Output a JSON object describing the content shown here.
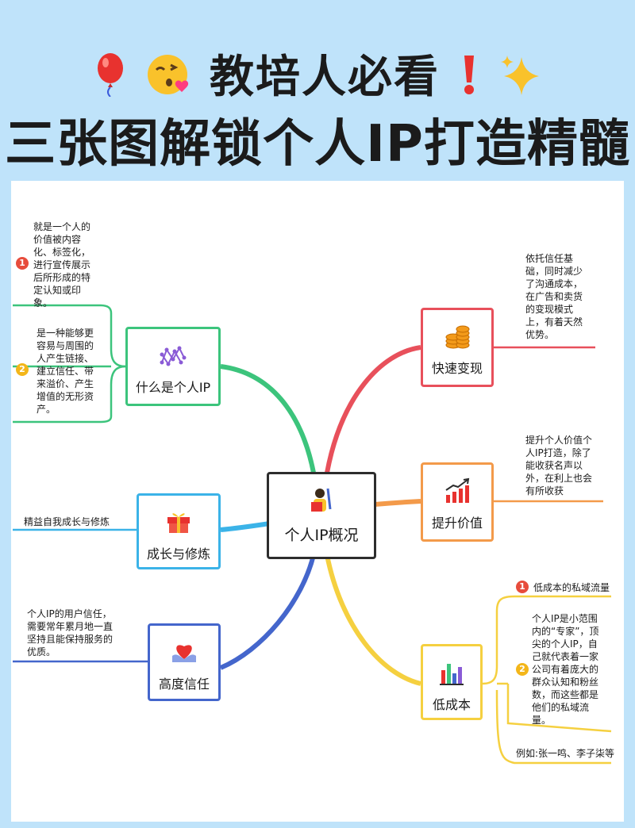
{
  "header": {
    "line1": "教培人必看",
    "line2": "三张图解锁个人IP打造精髓",
    "emoji_left_1": "balloon-icon",
    "emoji_left_2": "kiss-face-icon",
    "emoji_right_1": "exclamation-icon",
    "emoji_right_2": "sparkles-icon"
  },
  "center": {
    "label": "个人IP概况",
    "icon": "teacher-icon"
  },
  "left_nodes": [
    {
      "label": "什么是个人IP",
      "color": "#3cc47c",
      "icon": "network-icon",
      "notes": [
        {
          "badge": "1",
          "text": "就是一个人的价值被内容化、标签化，进行宣传展示后所形成的特定认知或印象。"
        },
        {
          "badge": "2",
          "text": "是一种能够更容易与周围的人产生链接、建立信任、带来溢价、产生增值的无形资产。"
        }
      ]
    },
    {
      "label": "成长与修炼",
      "color": "#3bb3e8",
      "icon": "gift-icon",
      "notes": [
        {
          "badge": "",
          "text": "精益自我成长与修炼"
        }
      ]
    },
    {
      "label": "高度信任",
      "color": "#4466cc",
      "icon": "heart-hands-icon",
      "notes": [
        {
          "badge": "",
          "text": "个人IP的用户信任，需要常年累月地一直坚持且能保持服务的优质。"
        }
      ]
    }
  ],
  "right_nodes": [
    {
      "label": "快速变现",
      "color": "#e8505b",
      "icon": "coins-icon",
      "notes": [
        {
          "badge": "",
          "text": "依托信任基础，同时减少了沟通成本，在广告和卖货的变现模式上，有着天然优势。"
        }
      ]
    },
    {
      "label": "提升价值",
      "color": "#f39a4a",
      "icon": "growth-chart-icon",
      "notes": [
        {
          "badge": "",
          "text": "提升个人价值个人IP打造，除了能收获名声以外，在利上也会有所收获"
        }
      ]
    },
    {
      "label": "低成本",
      "color": "#f5d040",
      "icon": "bar-chart-icon",
      "notes": [
        {
          "badge": "1",
          "text": "低成本的私域流量"
        },
        {
          "badge": "2",
          "text": "个人IP是小范围内的“专家”，顶尖的个人IP，自己就代表着一家公司有着庞大的群众认知和粉丝数，而这些都是他们的私域流量。"
        },
        {
          "badge": "",
          "text": "例如:张一鸣、李子柒等"
        }
      ]
    }
  ]
}
